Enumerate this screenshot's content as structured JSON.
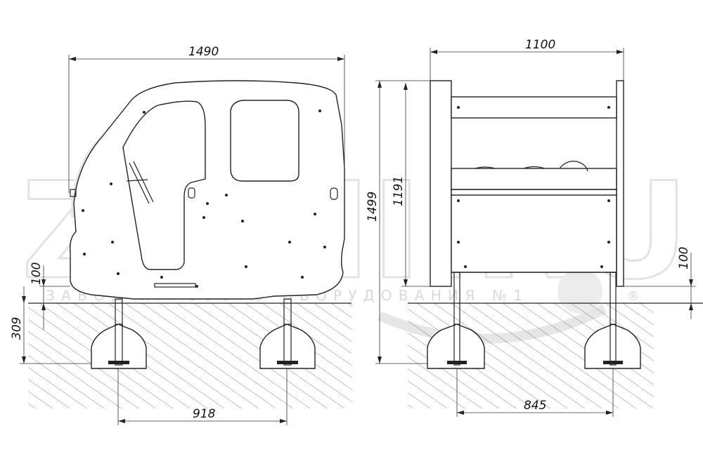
{
  "watermark": {
    "logo": "ZOMI.RU",
    "tagline": "ЗАВОД ИГРОВОГО ОБОРУДОВАНИЯ №1",
    "registered": "®"
  },
  "dimensions": {
    "front_width": "1490",
    "side_width": "1100",
    "total_height": "1499",
    "body_height": "1191",
    "front_base_height": "100",
    "front_depth": "309",
    "side_base_height": "100",
    "front_post_spacing": "918",
    "side_post_spacing": "845"
  },
  "colors": {
    "line": "#222222",
    "hatch": "#555555",
    "watermark": "#e0e0e0"
  }
}
